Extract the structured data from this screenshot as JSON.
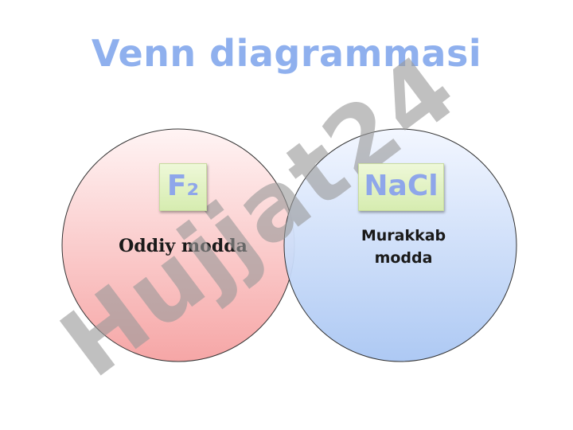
{
  "title": "Venn diagrammasi",
  "left_set": {
    "symbol": "F₂",
    "caption": "Oddiy modda",
    "color": "#f5a3a3"
  },
  "right_set": {
    "symbol": "NaCl",
    "caption_line1": "Murakkab",
    "caption_line2": "modda",
    "color": "#a9c6f3"
  },
  "watermark": {
    "text": "Hujjat24",
    "color": "#9a9a9a"
  }
}
